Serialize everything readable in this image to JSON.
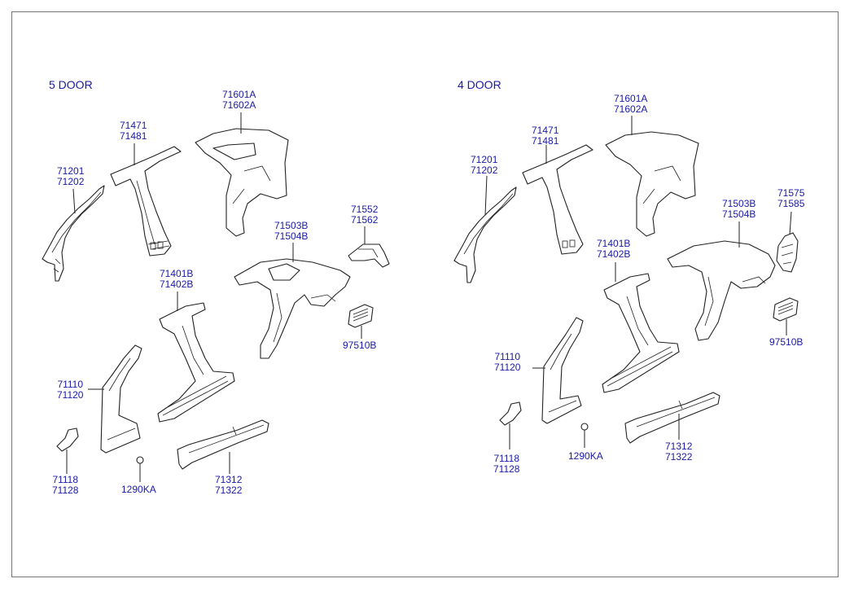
{
  "sections": {
    "left": {
      "title": "5 DOOR"
    },
    "right": {
      "title": "4 DOOR"
    }
  },
  "labels": {
    "l_71201": [
      "71201",
      "71202"
    ],
    "l_71471": [
      "71471",
      "71481"
    ],
    "l_71601": [
      "71601A",
      "71602A"
    ],
    "l_71503": [
      "71503B",
      "71504B"
    ],
    "l_71552": [
      "71552",
      "71562"
    ],
    "l_97510": [
      "97510B"
    ],
    "l_71401": [
      "71401B",
      "71402B"
    ],
    "l_71110": [
      "71110",
      "71120"
    ],
    "l_71118": [
      "71118",
      "71128"
    ],
    "l_1290": [
      "1290KA"
    ],
    "l_71312": [
      "71312",
      "71322"
    ],
    "r_71201": [
      "71201",
      "71202"
    ],
    "r_71471": [
      "71471",
      "71481"
    ],
    "r_71601": [
      "71601A",
      "71602A"
    ],
    "r_71503": [
      "71503B",
      "71504B"
    ],
    "r_71575": [
      "71575",
      "71585"
    ],
    "r_97510": [
      "97510B"
    ],
    "r_71401": [
      "71401B",
      "71402B"
    ],
    "r_71110": [
      "71110",
      "71120"
    ],
    "r_71118": [
      "71118",
      "71128"
    ],
    "r_1290": [
      "1290KA"
    ],
    "r_71312": [
      "71312",
      "71322"
    ]
  }
}
